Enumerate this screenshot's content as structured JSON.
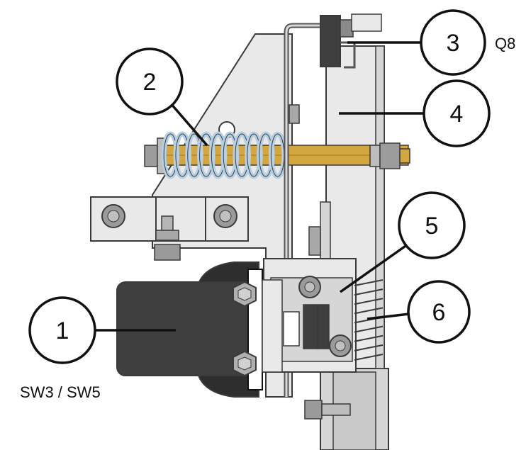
{
  "colors": {
    "plate": "#e9e9e9",
    "plate_shade": "#d6d6d6",
    "outline": "#3a3a3a",
    "spring": "#b7cfe3",
    "rod": "#d4a640",
    "dark_block": "#3f3f3f",
    "callout_stroke": "#111111",
    "background": "#ffffff"
  },
  "callouts": [
    {
      "number": "1"
    },
    {
      "number": "2"
    },
    {
      "number": "3"
    },
    {
      "number": "4"
    },
    {
      "number": "5"
    },
    {
      "number": "6"
    }
  ],
  "labels": {
    "q8": "Q8",
    "sw": "SW3 / SW5"
  }
}
